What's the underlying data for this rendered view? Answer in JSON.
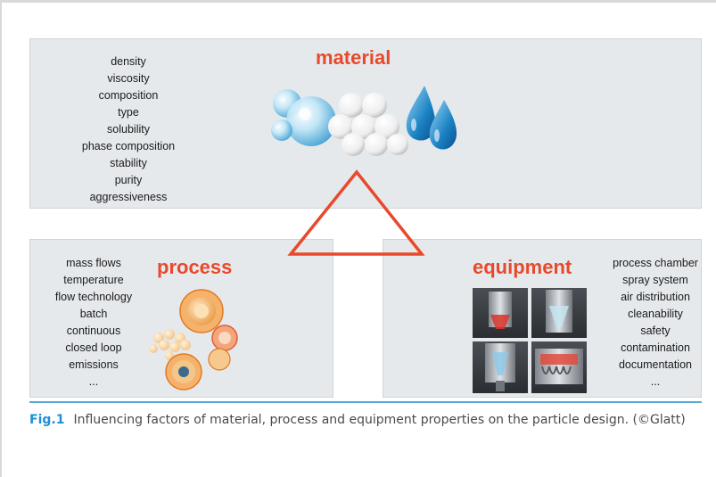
{
  "material": {
    "title": "material",
    "factors": [
      "density",
      "viscosity",
      "composition",
      "type",
      "solubility",
      "phase composition",
      "stability",
      "purity",
      "aggressiveness"
    ]
  },
  "process": {
    "title": "process",
    "factors": [
      "mass flows",
      "temperature",
      "flow technology",
      "batch",
      "continuous",
      "closed loop",
      "emissions",
      "..."
    ]
  },
  "equipment": {
    "title": "equipment",
    "factors": [
      "process chamber",
      "spray system",
      "air distribution",
      "cleanability",
      "safety",
      "contamination",
      "documentation",
      "..."
    ]
  },
  "caption": {
    "label": "Fig.1",
    "text": "Influencing factors of material, process and equipment properties on the particle design. (©Glatt)"
  },
  "colors": {
    "heading": "#e8492c",
    "arrow": "#e8492c",
    "panel": "#e6e9ec",
    "rule": "#5aa8d4",
    "fig_label": "#1e8fd6"
  }
}
